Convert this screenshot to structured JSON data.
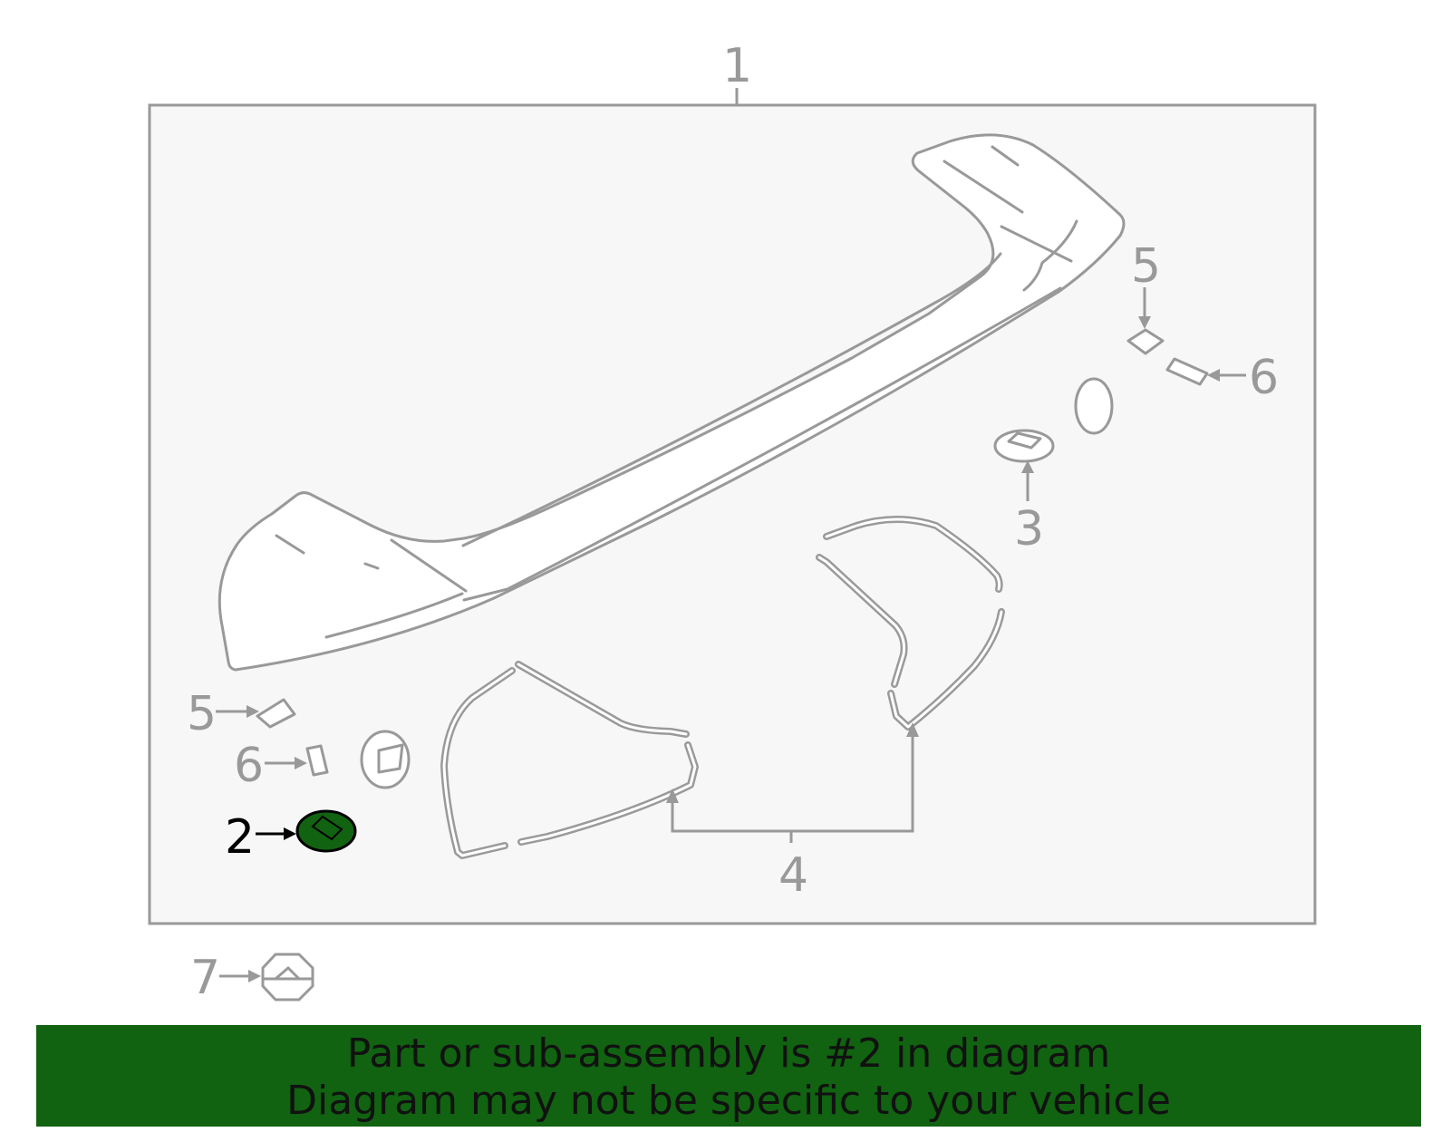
{
  "diagram": {
    "callouts": [
      {
        "id": "callout-1",
        "label": "1"
      },
      {
        "id": "callout-2",
        "label": "2",
        "highlighted": true
      },
      {
        "id": "callout-3",
        "label": "3"
      },
      {
        "id": "callout-4",
        "label": "4"
      },
      {
        "id": "callout-5-right",
        "label": "5"
      },
      {
        "id": "callout-5-left",
        "label": "5"
      },
      {
        "id": "callout-6-right",
        "label": "6"
      },
      {
        "id": "callout-6-left",
        "label": "6"
      },
      {
        "id": "callout-7",
        "label": "7"
      }
    ],
    "colors": {
      "line": "#999999",
      "panel_background": "#f7f7f7",
      "highlight_fill": "#116211",
      "highlight_label": "#000000"
    }
  },
  "banner": {
    "line1": "Part or sub-assembly is #2 in diagram",
    "line2": "Diagram may not be specific to your vehicle"
  }
}
